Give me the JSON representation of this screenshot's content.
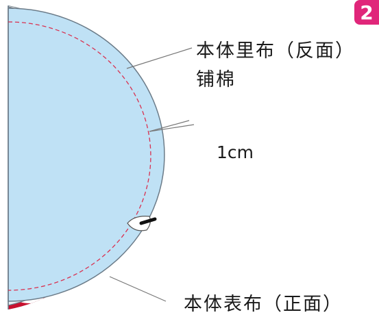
{
  "step": {
    "number": "2",
    "color": "#e0267a"
  },
  "labels": {
    "lining": "本体里布（反面）",
    "batting": "铺棉",
    "seam_allowance": "1cm",
    "outer_fabric": "本体表布（正面）"
  },
  "colors": {
    "lining_fill": "#bfe1f5",
    "outline": "#6b7b88",
    "stitch_line": "#d9304f",
    "outer_fabric_red": "#c8102e",
    "leader_line": "#777777"
  },
  "icons": {
    "sewing_foot": "presser-foot-icon"
  }
}
